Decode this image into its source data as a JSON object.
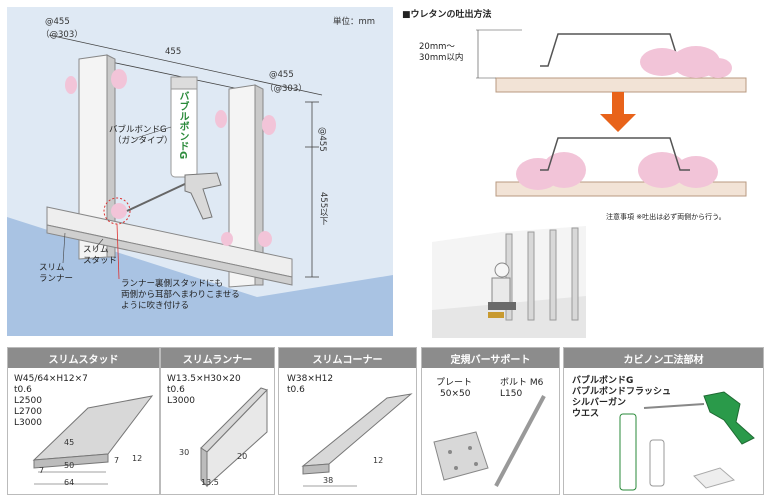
{
  "wall": {
    "unit": "単位：mm",
    "dim_455_top": "@455",
    "dim_303_top": "（@303）",
    "dim_455_mid": "455",
    "dim_455_right": "@455",
    "dim_303_right": "（@303）",
    "dim_455_vert": "@455",
    "dim_below": "455以下",
    "product_label_1": "バブルボンドG",
    "product_label_2": "（ガンタイプ）",
    "can_text": "バブルボンドG",
    "slim_stud_1": "スリム",
    "slim_stud_2": "スタッド",
    "slim_runner_1": "スリム",
    "slim_runner_2": "ランナー",
    "note_1": "ランナー裏側スタッドにも",
    "note_2": "両側から耳部へまわりこませる",
    "note_3": "ように吹き付ける"
  },
  "urethane": {
    "title": "■ウレタンの吐出方法",
    "gap_1": "20mm～",
    "gap_2": "30mm以内",
    "caution": "注意事項 ※吐出は必ず両側から行う。"
  },
  "panels": {
    "stud": {
      "title": "スリムスタッド",
      "spec": [
        "W45/64×H12×7",
        "t0.6",
        "L2500",
        "L2700",
        "L3000"
      ],
      "dims": {
        "a": "45",
        "b": "50",
        "c": "64",
        "d": "7",
        "e": "7",
        "f": "12"
      }
    },
    "runner": {
      "title": "スリムランナー",
      "spec": [
        "W13.5×H30×20",
        "t0.6",
        "L3000"
      ],
      "dims": {
        "a": "30",
        "b": "20",
        "c": "13.5"
      }
    },
    "corner": {
      "title": "スリムコーナー",
      "spec": [
        "W38×H12",
        "t0.6"
      ],
      "dims": {
        "a": "12",
        "b": "38"
      }
    },
    "support": {
      "title": "定規バーサポート",
      "plate_1": "プレート",
      "plate_2": "50×50",
      "bolt_1": "ボルト M6",
      "bolt_2": "L150"
    },
    "kabinon": {
      "title": "カビノン工法部材",
      "items": [
        "バブルボンドG",
        "バブルボンドフラッシュ",
        "シルバーガン",
        "ウエス"
      ]
    }
  },
  "colors": {
    "wall_bg": "#dfe9f4",
    "foam": "#f2c4d8",
    "arrow": "#e8631a",
    "panel_header": "#8c8c8c",
    "ground": "#f2e3d6"
  }
}
